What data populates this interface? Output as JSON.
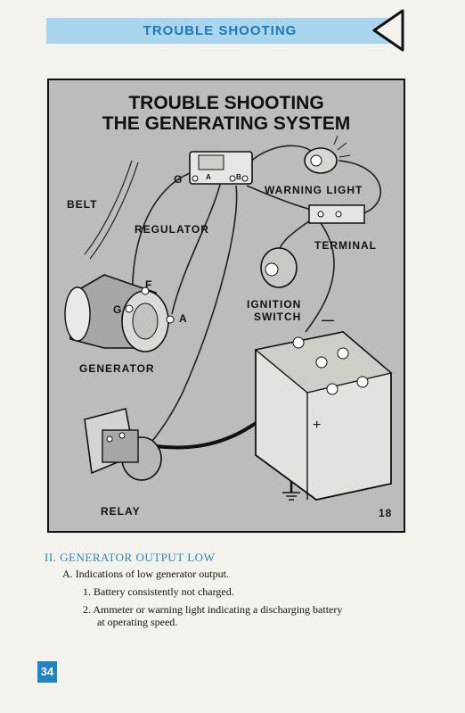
{
  "header": {
    "title": "TROUBLE SHOOTING",
    "back_icon": "triangle-left-icon"
  },
  "figure": {
    "title_line1": "TROUBLE SHOOTING",
    "title_line2": "THE GENERATING SYSTEM",
    "labels": {
      "belt": "BELT",
      "regulator": "REGULATOR",
      "warning_light": "WARNING LIGHT",
      "terminal": "TERMINAL",
      "ignition_switch_1": "IGNITION",
      "ignition_switch_2": "SWITCH",
      "generator": "GENERATOR",
      "relay": "RELAY",
      "figure_number": "18",
      "reg_g": "G",
      "reg_a": "A",
      "reg_b": "B",
      "gen_f": "F",
      "gen_g": "G",
      "gen_a": "A",
      "minus": "—",
      "plus": "+"
    }
  },
  "content": {
    "section_heading": "II. GENERATOR OUTPUT LOW",
    "item_a": "A.  Indications of low generator output.",
    "item_1": "1.  Battery consistently not charged.",
    "item_2_line1": "2.  Ammeter or warning light indicating a discharging battery",
    "item_2_line2": "at operating speed."
  },
  "footer": {
    "page_number": "34"
  },
  "colors": {
    "accent": "#1f86c3",
    "band": "#a9d6ee",
    "figure_bg": "#bdbcbb"
  }
}
